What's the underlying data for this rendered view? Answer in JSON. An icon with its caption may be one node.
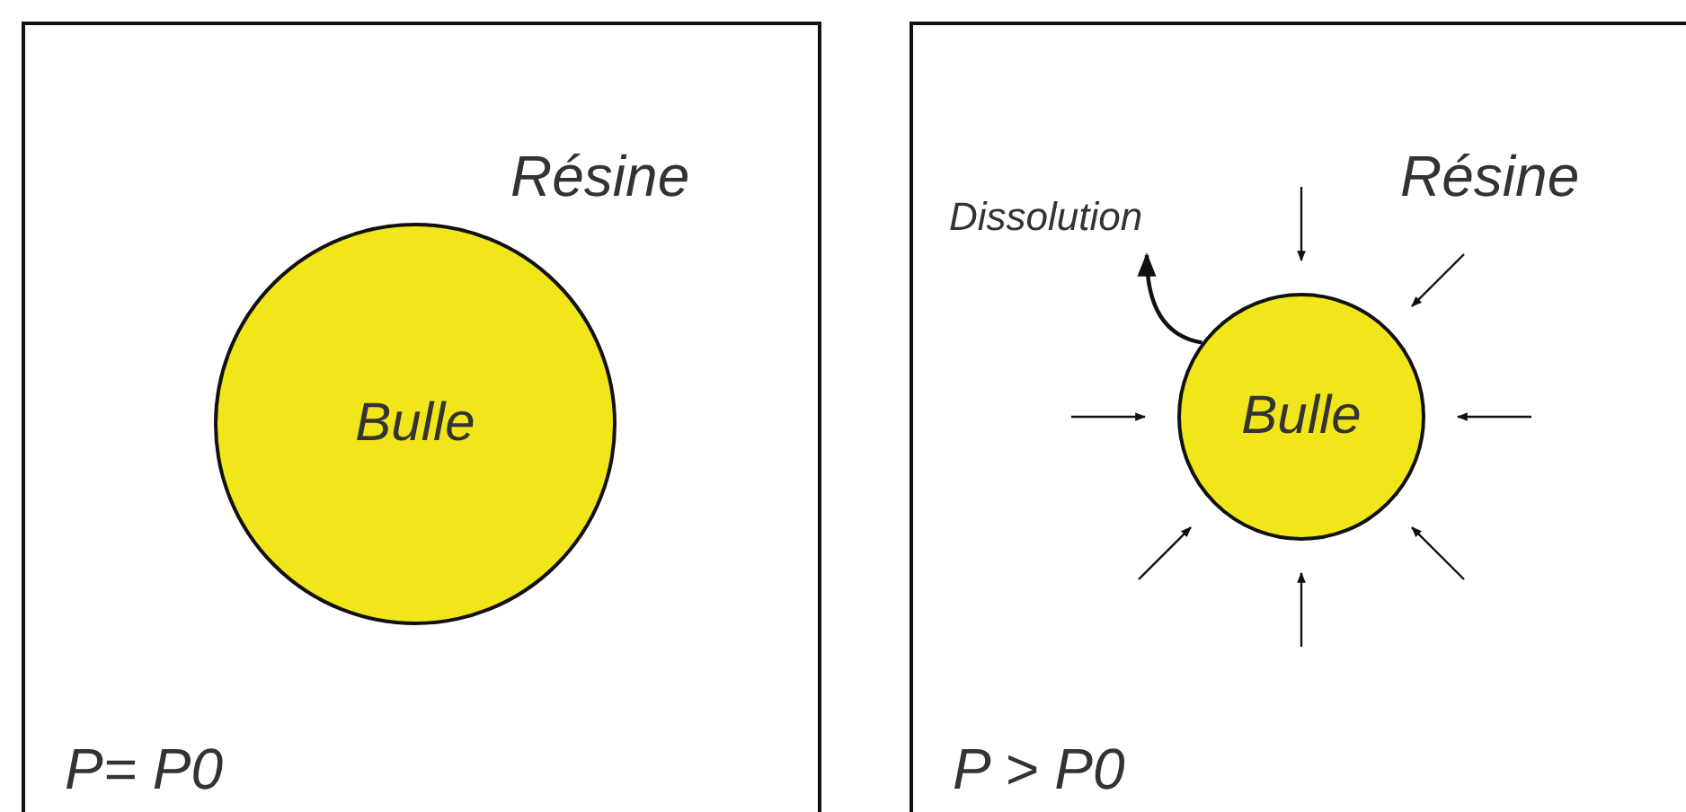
{
  "diagram": {
    "nodes": [
      {
        "text": [
          "Résine",
          "P= P0"
        ]
      },
      {
        "text": [
          "Bulle"
        ],
        "in": 0
      },
      {
        "text": [
          "Résine",
          "P > P0"
        ]
      },
      {
        "text": [
          "Dissolution"
        ],
        "in": 2
      },
      {
        "text": [
          "Bulle"
        ],
        "in": 2
      }
    ],
    "edges": [
      {
        "from": 4,
        "to": 3,
        "arrow": "to"
      }
    ]
  }
}
